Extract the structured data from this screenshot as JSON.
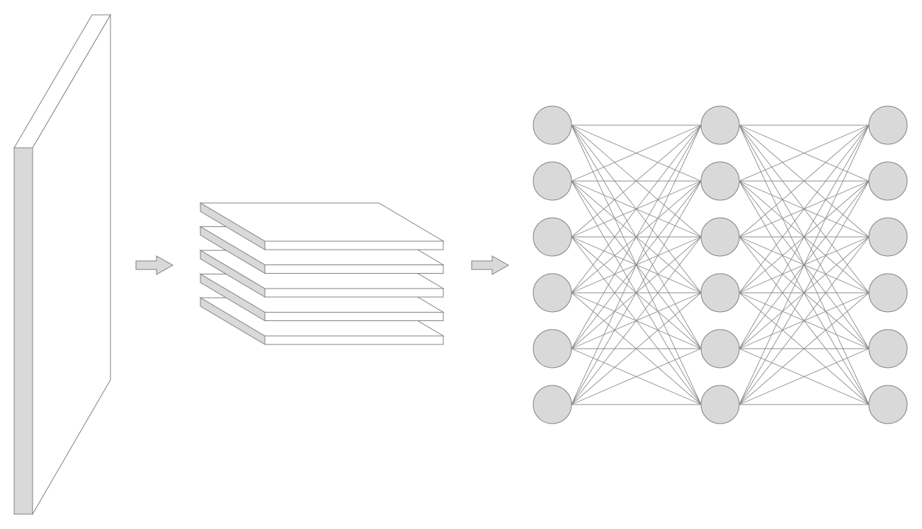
{
  "diagram": {
    "colors": {
      "background": "#ffffff",
      "fill_shade": "#d9d9d9",
      "fill_face": "#ffffff",
      "stroke": "#808080",
      "edge": "#8c8c8c"
    },
    "input_panel": {
      "icon": "slab-3d"
    },
    "feature_stack": {
      "layers": 5
    },
    "arrows": {
      "count": 2,
      "icon": "right-block-arrow"
    },
    "network": {
      "layers": [
        {
          "name": "layer-1",
          "neurons": 6
        },
        {
          "name": "layer-2",
          "neurons": 6
        },
        {
          "name": "layer-3",
          "neurons": 6
        }
      ],
      "connectivity": "fully-connected"
    }
  }
}
